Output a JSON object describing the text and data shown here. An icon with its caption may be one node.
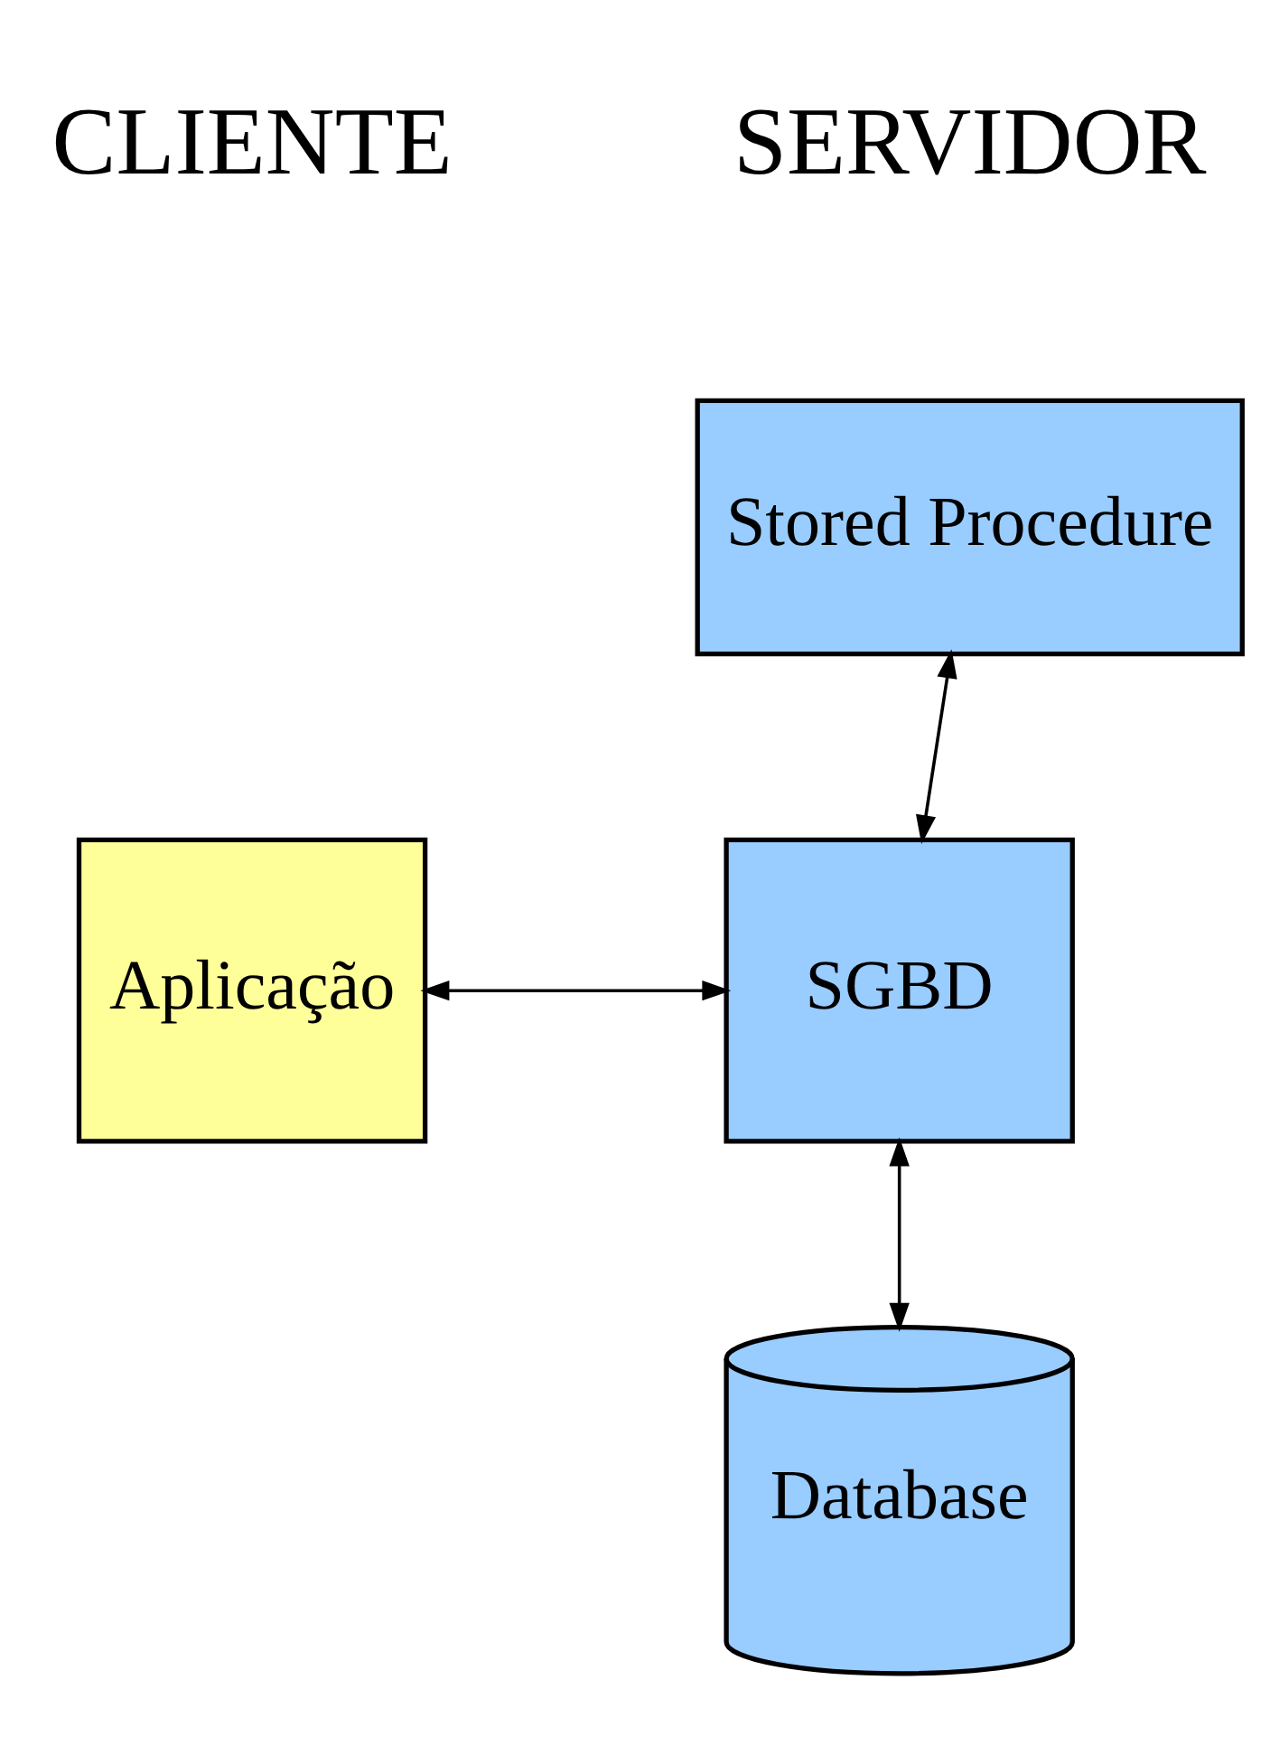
{
  "diagram": {
    "nodes": [
      {
        "text": [
          "Stored Procedure"
        ]
      },
      {
        "text": [
          "Aplicação"
        ]
      },
      {
        "text": [
          "SGBD"
        ]
      },
      {
        "text": [
          "Database"
        ]
      }
    ],
    "edges": [
      {
        "from": 0,
        "to": 2,
        "arrow": "both"
      },
      {
        "from": 1,
        "to": 2,
        "arrow": "both"
      },
      {
        "from": 2,
        "to": 3,
        "arrow": "both"
      }
    ],
    "labels": [
      "CLIENTE",
      "SERVIDOR"
    ]
  }
}
